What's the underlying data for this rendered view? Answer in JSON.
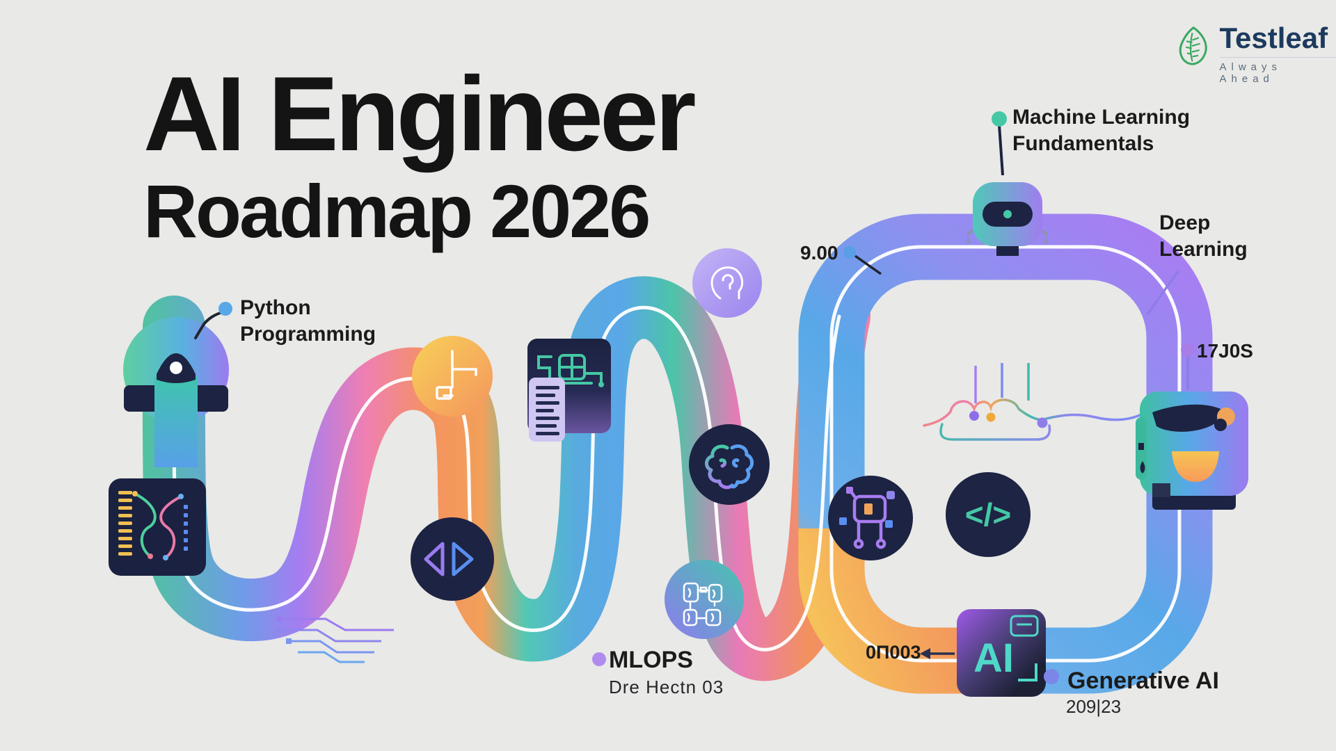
{
  "title": {
    "line1": "AI Engineer",
    "line2": "Roadmap 2026",
    "color": "#141414"
  },
  "logo": {
    "name": "Testleaf",
    "tagline": "Always Ahead",
    "text_color": "#1c3a5e",
    "tagline_color": "#5a6b7a",
    "leaf_color": "#3aa860"
  },
  "canvas": {
    "background": "#e9e9e7"
  },
  "milestones": {
    "python": {
      "label": "Python Programming",
      "dot_color": "#58a8e8"
    },
    "ml": {
      "label": "Machine Learning Fundamentals",
      "dot_color": "#45c8a5"
    },
    "deep": {
      "label": "Deep Learning",
      "dot_color": "#9b7bf0"
    },
    "mlops": {
      "label": "MLOPS",
      "sublabel": "Dre Hectn 03",
      "dot_color": "#b08cf0"
    },
    "genai": {
      "label": "Generative AI",
      "sublabel": "209|23",
      "dot_color": "#7b86e8"
    }
  },
  "annotations": {
    "a900": {
      "text": "9.00",
      "dot_color": "#5a9ee8"
    },
    "a17j0s": {
      "text": "17J0S",
      "dot_color": "#a87de8"
    },
    "a0n003": {
      "text": "0П003"
    }
  },
  "icons": {
    "ai_label": "AI",
    "code_glyph": "</>"
  },
  "road_colors": {
    "green": "#4fc49c",
    "blue": "#58a8e8",
    "purple": "#a57df0",
    "pink": "#ef7fb2",
    "orange": "#f2a05a",
    "teal": "#52c8b4",
    "icon_navy": "#1d2342"
  }
}
